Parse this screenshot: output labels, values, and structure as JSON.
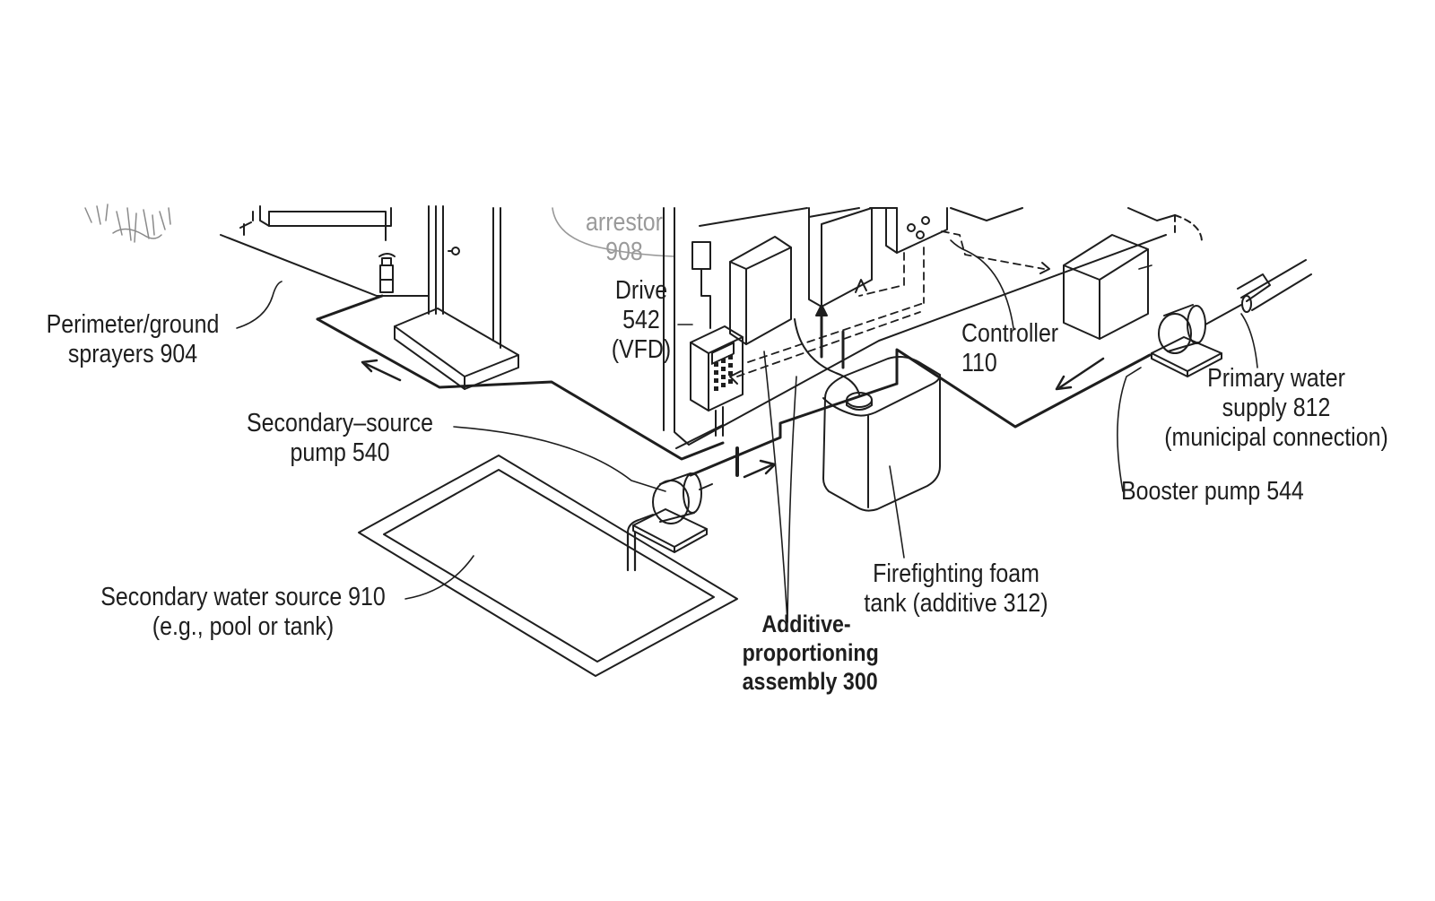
{
  "labels": {
    "arrestor": {
      "line1": "arrestor",
      "line2": "908"
    },
    "drive": {
      "line1": "Drive",
      "line2": "542",
      "line3": "(VFD)"
    },
    "controller": {
      "line1": "Controller",
      "line2": "110"
    },
    "perimeter_sprayers": {
      "line1": "Perimeter/ground",
      "line2": "sprayers 904"
    },
    "secondary_pump": {
      "line1": "Secondary–source",
      "line2": "pump 540"
    },
    "primary_supply": {
      "line1": "Primary water",
      "line2": "supply 812",
      "line3": "(municipal connection)"
    },
    "booster_pump": {
      "line1": "Booster pump 544"
    },
    "foam_tank": {
      "line1": "Firefighting foam",
      "line2": "tank (additive 312)"
    },
    "secondary_source": {
      "line1": "Secondary water source 910",
      "line2": "(e.g., pool or tank)"
    },
    "additive_assembly": {
      "line1": "Additive-",
      "line2": "proportioning",
      "line3": "assembly 300"
    }
  },
  "colors": {
    "ink": "#1e1e1e",
    "faint_ink": "#9a9a9a",
    "background": "#ffffff"
  }
}
